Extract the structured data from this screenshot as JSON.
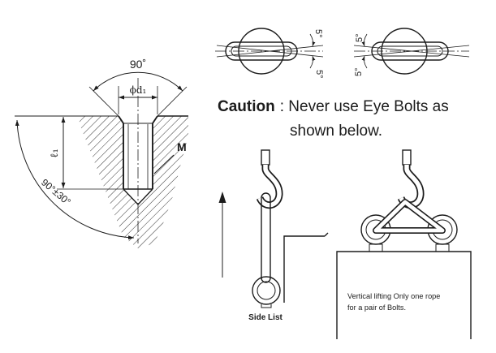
{
  "colors": {
    "ink": "#1c1c1c",
    "background": "#ffffff"
  },
  "section_view": {
    "countersink_angle": "90˚",
    "diameter_label": "ϕd₁",
    "depth_label": "ℓ₁",
    "thread_label": "M",
    "tilt_angle_label": "90°±30°"
  },
  "top_views": {
    "left": {
      "upper_angle": "5°",
      "lower_angle": "5°"
    },
    "right": {
      "upper_angle": "5°",
      "lower_angle": "5°"
    }
  },
  "caution": {
    "heading": "Caution",
    "line1": ": Never use Eye Bolts as",
    "line2": "shown below."
  },
  "side_lift": {
    "caption": "Side List"
  },
  "vertical_lift": {
    "caption_line1": "Vertical lifting Only one rope",
    "caption_line2": "for a pair of Bolts."
  }
}
